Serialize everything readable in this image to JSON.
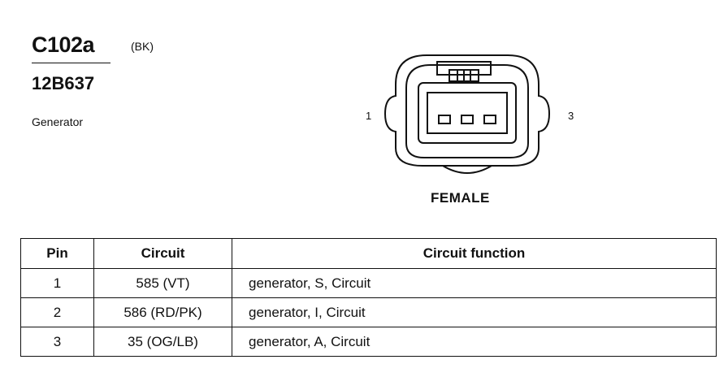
{
  "header": {
    "connector_id": "C102a",
    "color_code": "(BK)",
    "part_number": "12B637",
    "component": "Generator"
  },
  "diagram": {
    "pin_left": "1",
    "pin_right": "3",
    "view_label": "FEMALE"
  },
  "table": {
    "headers": [
      "Pin",
      "Circuit",
      "Circuit function"
    ],
    "rows": [
      {
        "pin": "1",
        "circuit": "585 (VT)",
        "function": "generator, S, Circuit"
      },
      {
        "pin": "2",
        "circuit": "586 (RD/PK)",
        "function": "generator, I, Circuit"
      },
      {
        "pin": "3",
        "circuit": "35 (OG/LB)",
        "function": "generator, A, Circuit"
      }
    ]
  }
}
